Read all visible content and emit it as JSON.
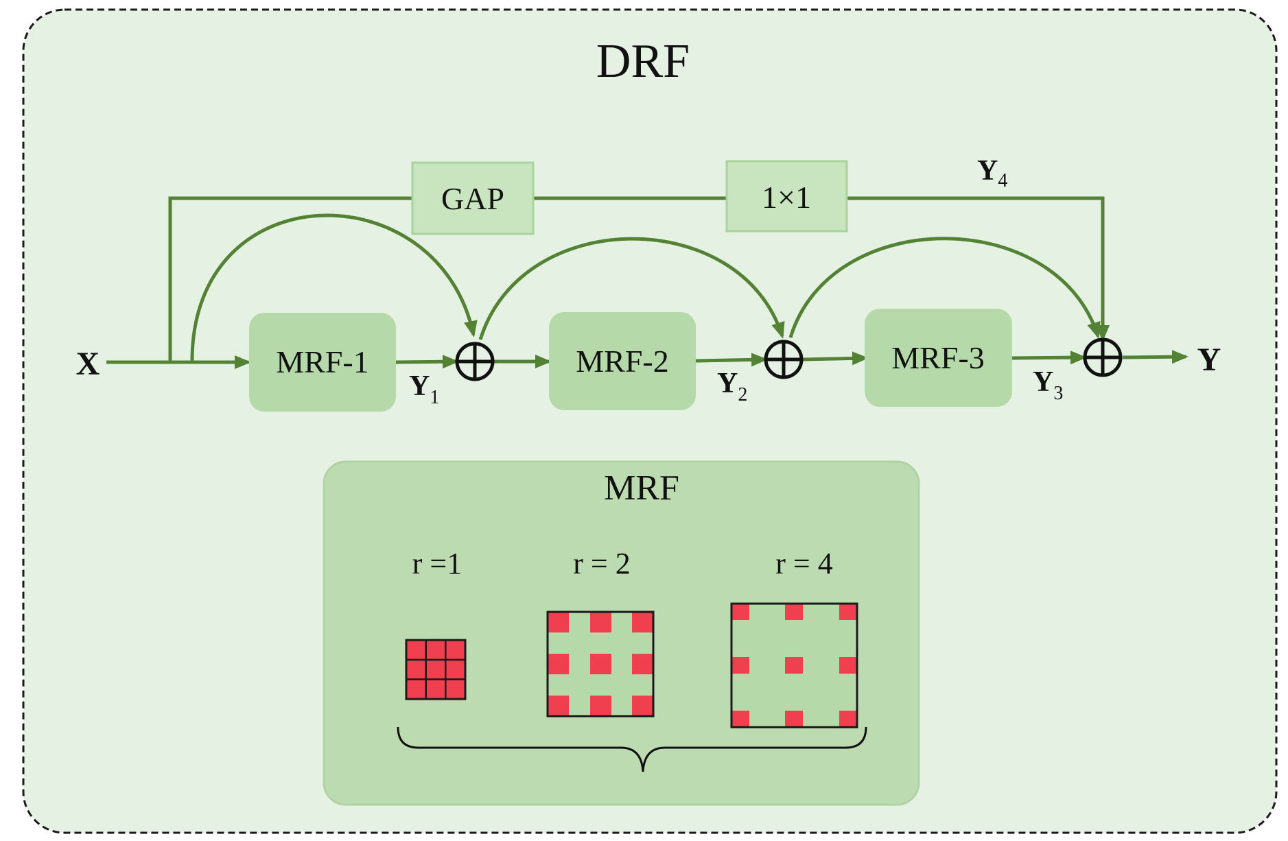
{
  "title": "DRF",
  "colors": {
    "outer_fill": "#e5f2e3",
    "outer_border": "#1a1a1a",
    "block_fill": "#b5d9a9",
    "small_box_fill": "#c9e5bf",
    "small_box_border": "#a8d39c",
    "arrow": "#548235",
    "kernel": "#f04050",
    "kernel_border": "#1a1a1a"
  },
  "input": {
    "label": "X"
  },
  "output": {
    "label": "Y"
  },
  "side_branch": {
    "gap_label": "GAP",
    "conv_label": "1×1",
    "output": {
      "base": "Y",
      "sub": "4"
    }
  },
  "stages": [
    {
      "label": "MRF-1",
      "output": {
        "base": "Y",
        "sub": "1"
      }
    },
    {
      "label": "MRF-2",
      "output": {
        "base": "Y",
        "sub": "2"
      }
    },
    {
      "label": "MRF-3",
      "output": {
        "base": "Y",
        "sub": "3"
      }
    }
  ],
  "sum_symbol": "⊕",
  "mrf_panel": {
    "title": "MRF",
    "kernels": [
      {
        "label": "r =1"
      },
      {
        "label": "r = 2"
      },
      {
        "label": "r = 4"
      }
    ]
  }
}
